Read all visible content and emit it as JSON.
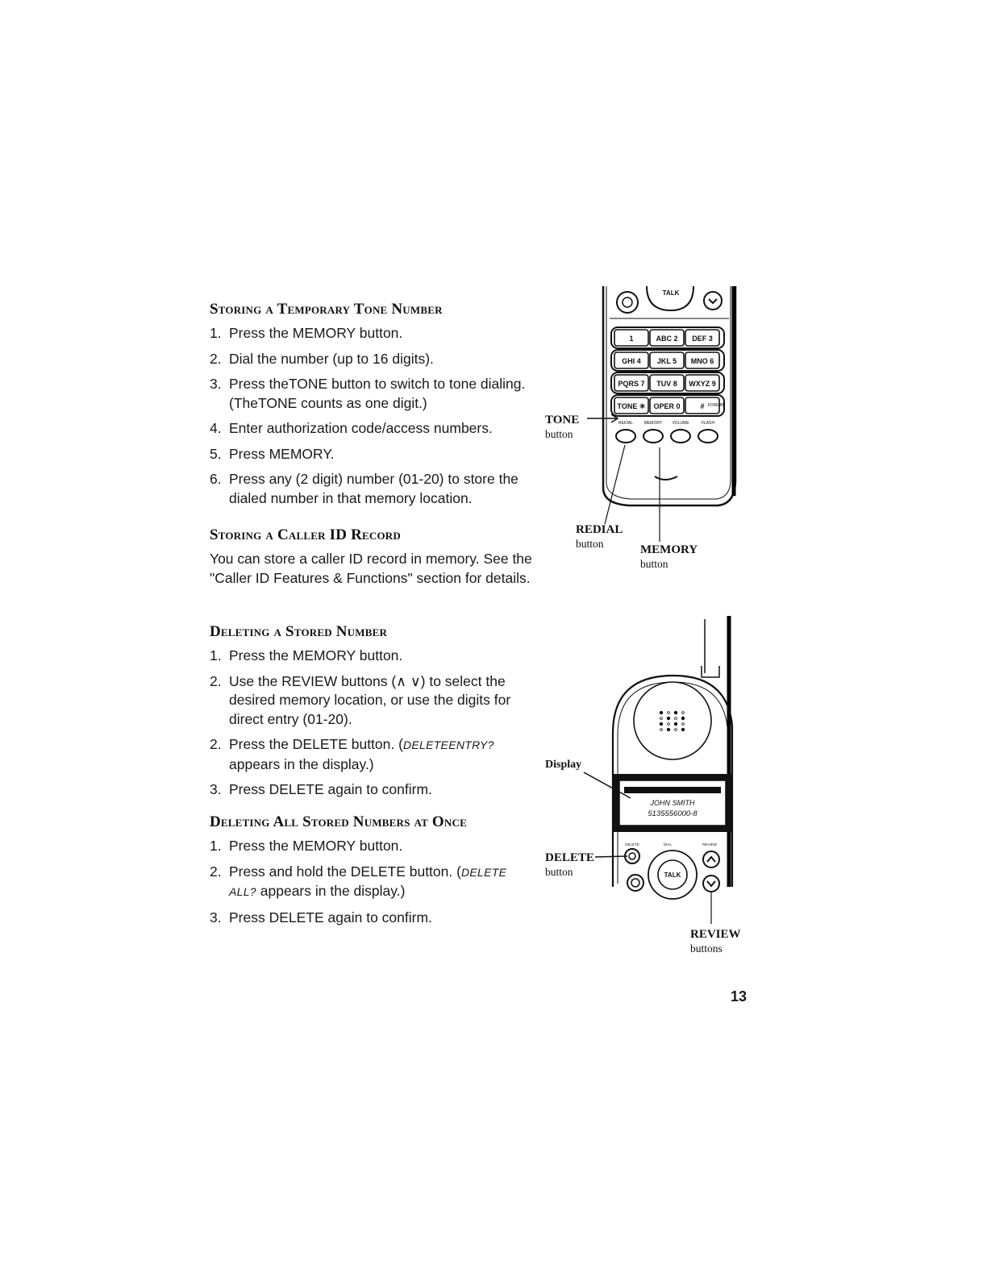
{
  "sections": [
    {
      "heading": "Storing a Temporary Tone Number",
      "steps": [
        {
          "num": "1.",
          "text": "Press the MEMORY button."
        },
        {
          "num": "2.",
          "text": "Dial the number (up to 16 digits)."
        },
        {
          "num": "3.",
          "text": "Press theTONE button to switch to tone dialing. (TheTONE counts as one digit.)"
        },
        {
          "num": "4.",
          "text": "Enter authorization code/access numbers."
        },
        {
          "num": "5.",
          "text": "Press MEMORY."
        },
        {
          "num": "6.",
          "text": "Press any (2 digit) number (01-20) to store the dialed number in that memory location."
        }
      ]
    },
    {
      "heading": "Storing a Caller ID Record",
      "paragraph": "You can store a caller ID record in memory. See the \"Caller ID Features & Functions\" section for details."
    },
    {
      "heading": "Deleting a Stored Number",
      "steps": [
        {
          "num": "1.",
          "text": "Press the MEMORY button."
        },
        {
          "num": "2.",
          "text": "Use the REVIEW buttons (∧ ∨) to select the desired memory location, or use the digits for direct entry (01-20)."
        },
        {
          "num": "2.",
          "text_before": "Press the DELETE button. (",
          "display_text": "DELETEENTRY?",
          "text_after": " appears in the display.)"
        },
        {
          "num": "3.",
          "text": "Press DELETE again to confirm."
        }
      ]
    },
    {
      "heading": "Deleting All Stored Numbers at Once",
      "steps": [
        {
          "num": "1.",
          "text": "Press the MEMORY button."
        },
        {
          "num": "2.",
          "text_before": "Press and hold the DELETE button. (",
          "display_text": "DELETE ALL?",
          "text_after": " appears in the display.)"
        },
        {
          "num": "3.",
          "text": "Press DELETE again to confirm."
        }
      ]
    }
  ],
  "figure_top": {
    "callouts": {
      "tone": {
        "label": "TONE",
        "sub": "button"
      },
      "redial": {
        "label": "REDIAL",
        "sub": "button"
      },
      "memory": {
        "label": "MEMORY",
        "sub": "button"
      }
    },
    "keys": [
      [
        "1",
        "ABC 2",
        "DEF 3"
      ],
      [
        "GHI 4",
        "JKL 5",
        "MNO 6"
      ],
      [
        "PQRS 7",
        "TUV 8",
        "WXYZ 9"
      ],
      [
        "TONE ✳",
        "OPER 0",
        "#"
      ]
    ],
    "top_button": "TALK",
    "key_captions": [
      "REDIAL",
      "MEMORY",
      "VOLUME",
      "FLASH"
    ],
    "format_caption": "FORMAT"
  },
  "figure_bottom": {
    "callouts": {
      "display": {
        "label": "Display",
        "sub": ""
      },
      "delete": {
        "label": "DELETE",
        "sub": "button"
      },
      "review": {
        "label": "REVIEW",
        "sub": "buttons"
      }
    },
    "screen_lines": [
      "JOHN SMITH",
      "5135556000-8"
    ],
    "button_captions": [
      "DELETE",
      "DIAL",
      "REVIEW"
    ],
    "talk_label": "TALK"
  },
  "page_number": "13"
}
